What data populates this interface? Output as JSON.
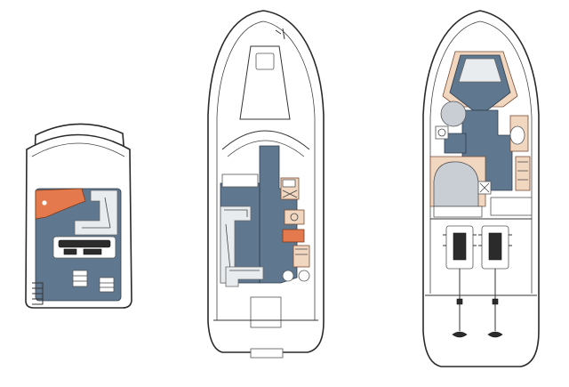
{
  "colors": {
    "background": "#ffffff",
    "outline": "#2a2a2a",
    "deck_blue": "#5f7890",
    "cushion_grey": "#c9cdd4",
    "wood_salmon": "#f1d6c0",
    "accent_orange": "#e3794d"
  },
  "views": [
    {
      "id": "flybridge",
      "icons": [
        "helm-seat-icon",
        "lounge-seat-icon",
        "helm-console-icon"
      ]
    },
    {
      "id": "main-deck",
      "icons": [
        "bow-hatch-icon",
        "cockpit-seating-icon",
        "galley-icon",
        "helm-icon"
      ]
    },
    {
      "id": "lower-deck",
      "icons": [
        "vberth-icon",
        "salon-dinette-icon",
        "aft-cabin-icon",
        "engine-icon",
        "propeller-icon"
      ]
    }
  ]
}
